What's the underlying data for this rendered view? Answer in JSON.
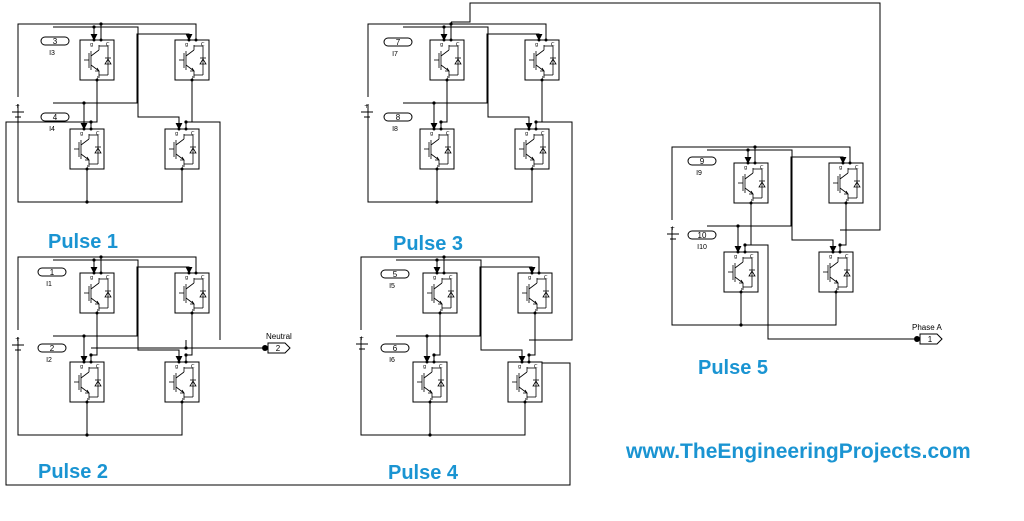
{
  "modules": [
    {
      "pulse_label": "Pulse 1",
      "ports": [
        {
          "num": "3",
          "name": "I3"
        },
        {
          "num": "4",
          "name": "I4"
        }
      ]
    },
    {
      "pulse_label": "Pulse 2",
      "ports": [
        {
          "num": "1",
          "name": "I1"
        },
        {
          "num": "2",
          "name": "I2"
        }
      ]
    },
    {
      "pulse_label": "Pulse 3",
      "ports": [
        {
          "num": "7",
          "name": "I7"
        },
        {
          "num": "8",
          "name": "I8"
        }
      ]
    },
    {
      "pulse_label": "Pulse 4",
      "ports": [
        {
          "num": "5",
          "name": "I5"
        },
        {
          "num": "6",
          "name": "I6"
        }
      ]
    },
    {
      "pulse_label": "Pulse 5",
      "ports": [
        {
          "num": "9",
          "name": "I9"
        },
        {
          "num": "10",
          "name": "I10"
        }
      ]
    }
  ],
  "outputs": {
    "neutral": {
      "num": "2",
      "name": "Neutral"
    },
    "phase_a": {
      "num": "1",
      "name": "Phase A"
    }
  },
  "switch_port_labels": {
    "gate": "g",
    "collector": "C",
    "emitter": "E"
  },
  "battery_plus": "+",
  "website": "www.TheEngineeringProjects.com",
  "colors": {
    "label_blue": "#1a94d2",
    "line": "#000000"
  },
  "icons": [
    "igbt-diode-icon",
    "dc-voltage-source-icon",
    "inport-icon",
    "outport-icon"
  ]
}
